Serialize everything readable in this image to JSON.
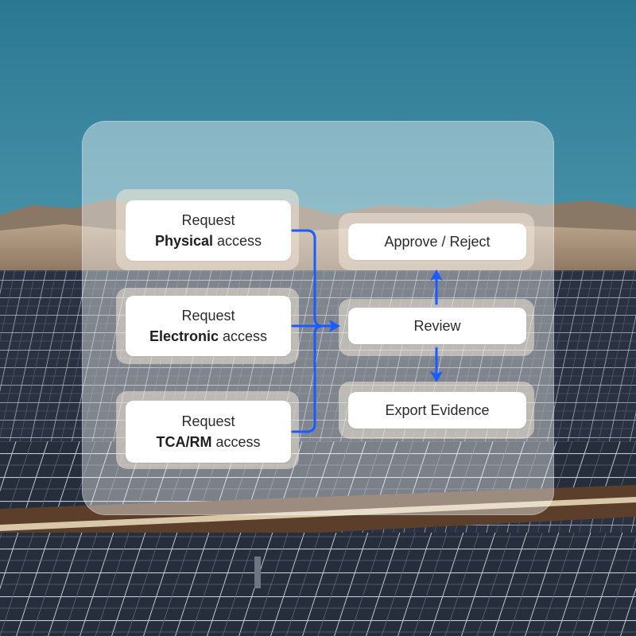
{
  "requests": [
    {
      "line1": "Request",
      "bold": "Physical",
      "rest": " access"
    },
    {
      "line1": "Request",
      "bold": "Electronic",
      "rest": " access"
    },
    {
      "line1": "Request",
      "bold": "TCA/RM",
      "rest": " access"
    }
  ],
  "flow": {
    "approve": "Approve / Reject",
    "review": "Review",
    "export": "Export Evidence"
  },
  "colors": {
    "arrow": "#1a5cff",
    "sky_top": "#2c7993",
    "sky_bottom": "#8fc0cc"
  }
}
